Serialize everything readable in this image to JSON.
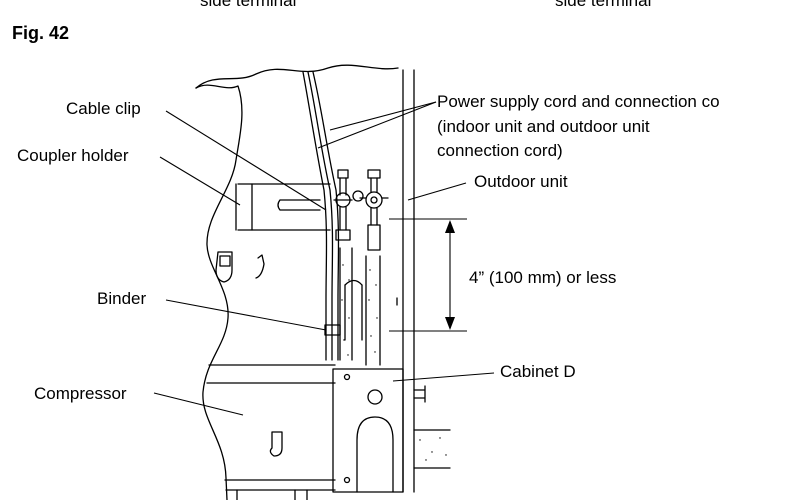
{
  "header_fragments": {
    "left": "side terminal",
    "right": "side terminal"
  },
  "figure": {
    "label": "Fig. 42",
    "labels": {
      "cable_clip": "Cable clip",
      "coupler_holder": "Coupler holder",
      "binder": "Binder",
      "compressor": "Compressor",
      "power_cord_line1": "Power supply cord and connection co",
      "power_cord_line2": "(indoor unit and outdoor unit",
      "power_cord_line3": "connection cord)",
      "outdoor_unit": "Outdoor unit",
      "distance": "4” (100 mm) or less",
      "cabinet_d": "Cabinet D"
    }
  }
}
